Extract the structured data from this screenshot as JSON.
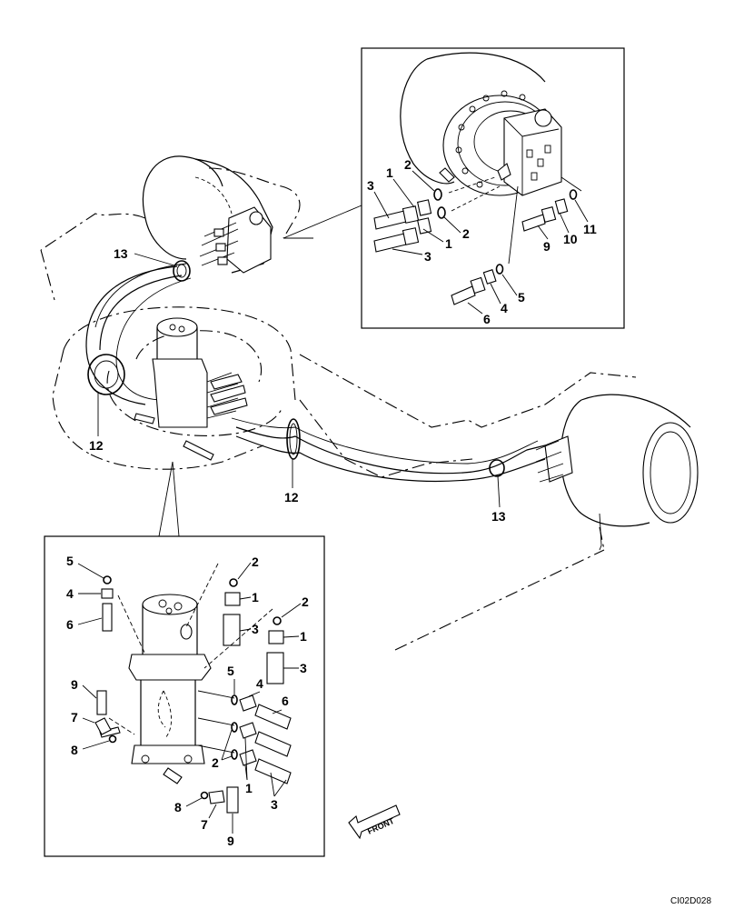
{
  "diagram": {
    "drawing_code": "CI02D028",
    "front_label": "FRONT",
    "callouts": {
      "top_inset": [
        {
          "id": "t1",
          "text": "3"
        },
        {
          "id": "t2",
          "text": "1"
        },
        {
          "id": "t3",
          "text": "2"
        },
        {
          "id": "t4",
          "text": "2"
        },
        {
          "id": "t5",
          "text": "1"
        },
        {
          "id": "t6",
          "text": "3"
        },
        {
          "id": "t7",
          "text": "9"
        },
        {
          "id": "t8",
          "text": "10"
        },
        {
          "id": "t9",
          "text": "11"
        },
        {
          "id": "t10",
          "text": "5"
        },
        {
          "id": "t11",
          "text": "4"
        },
        {
          "id": "t12",
          "text": "6"
        }
      ],
      "main": [
        {
          "id": "m1",
          "text": "13"
        },
        {
          "id": "m2",
          "text": "12"
        },
        {
          "id": "m3",
          "text": "12"
        },
        {
          "id": "m4",
          "text": "13"
        }
      ],
      "bottom_inset": [
        {
          "id": "b1",
          "text": "5"
        },
        {
          "id": "b2",
          "text": "4"
        },
        {
          "id": "b3",
          "text": "6"
        },
        {
          "id": "b4",
          "text": "9"
        },
        {
          "id": "b5",
          "text": "7"
        },
        {
          "id": "b6",
          "text": "8"
        },
        {
          "id": "b7",
          "text": "8"
        },
        {
          "id": "b8",
          "text": "7"
        },
        {
          "id": "b9",
          "text": "9"
        },
        {
          "id": "b10",
          "text": "2"
        },
        {
          "id": "b11",
          "text": "1"
        },
        {
          "id": "b12",
          "text": "2"
        },
        {
          "id": "b13",
          "text": "3"
        },
        {
          "id": "b14",
          "text": "1"
        },
        {
          "id": "b15",
          "text": "3"
        },
        {
          "id": "b16",
          "text": "5"
        },
        {
          "id": "b17",
          "text": "4"
        },
        {
          "id": "b18",
          "text": "6"
        },
        {
          "id": "b19",
          "text": "2"
        },
        {
          "id": "b20",
          "text": "1"
        },
        {
          "id": "b21",
          "text": "3"
        }
      ]
    }
  }
}
